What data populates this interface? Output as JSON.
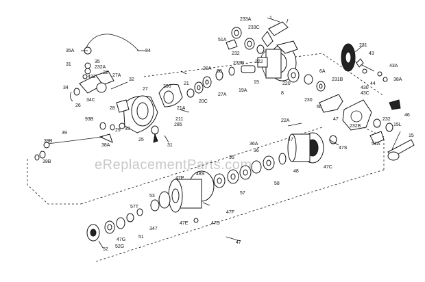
{
  "watermark": "eReplacementParts.com",
  "labels": {
    "l1": "1",
    "l233A": "233A",
    "l233C": "233C",
    "l51A_top": "51A",
    "l232_top": "232",
    "l222": "222",
    "l35A": "35A",
    "l84": "84",
    "l35": "35",
    "l232A": "232A",
    "l31_left": "31",
    "l432": "432",
    "l22": "22",
    "l27A": "27A",
    "l32": "32",
    "l34": "34",
    "l34C": "34C",
    "l27": "27",
    "l26": "26",
    "l28": "28",
    "l20A": "20A",
    "l88": "88",
    "l233B": "233B",
    "l21": "21",
    "l20C": "20C",
    "l290": "290",
    "l27A_mid": "27A",
    "l19A": "19A",
    "l19": "19",
    "l21A": "21A",
    "l285": "285",
    "l211": "211",
    "l231": "231",
    "l43": "43",
    "l43A": "43A",
    "l38A": "38A",
    "l44": "44",
    "l430": "430",
    "l43C": "43C",
    "l231B": "231B",
    "l8": "8",
    "l220": "220",
    "l6A": "6A",
    "l230": "230",
    "l6L": "6L",
    "l46": "46",
    "l47_right": "47",
    "l232B": "232B",
    "l232_right": "232",
    "l15L": "15L",
    "l15": "15",
    "l51A_right": "51A",
    "l93B": "93B",
    "l29": "29",
    "l33": "33",
    "l38A_mid": "38A",
    "l25": "25",
    "l31_mid": "31",
    "l39B": "39B",
    "l39": "39",
    "l39B_low": "39B",
    "l22A": "22A",
    "l47S": "47S",
    "l47C": "47C",
    "l47_mid": "47",
    "l48": "48",
    "l35_mid": "35",
    "l36A": "36A",
    "l36": "36",
    "l58": "58",
    "l57": "57",
    "l48S": "48S",
    "l47P": "47P",
    "l53": "53",
    "l57T": "57T",
    "l47F": "47F",
    "l47E": "47E",
    "l47D": "47D",
    "l347": "347",
    "l47G": "47G",
    "l51": "51",
    "l52": "52",
    "l52G": "52G",
    "l47_bottom": "47"
  }
}
